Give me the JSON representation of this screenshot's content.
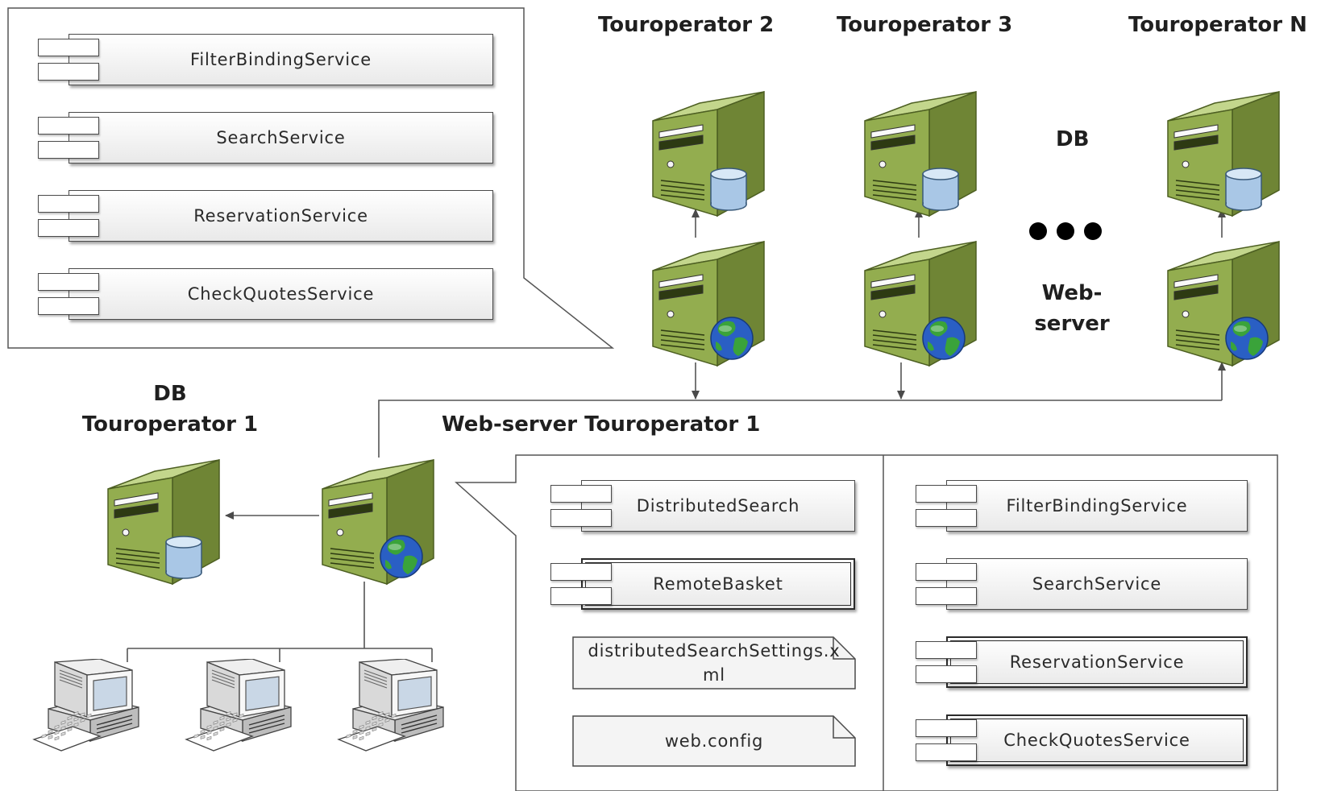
{
  "labels": {
    "touroperator_2": "Touroperator 2",
    "touroperator_3": "Touroperator 3",
    "touroperator_n": "Touroperator N",
    "db": "DB",
    "web_server": "Web-\nserver",
    "db_touroperator_1": "DB\nTouroperator 1",
    "web_server_touroperator_1": "Web-server Touroperator 1"
  },
  "top_callout": {
    "components": [
      "FilterBindingService",
      "SearchService",
      "ReservationService",
      "CheckQuotesService"
    ]
  },
  "bottom_callout": {
    "left_components": [
      "DistributedSearch",
      "RemoteBasket"
    ],
    "left_notes": [
      "distributedSearchSettings.xml",
      "web.config"
    ],
    "right_components": [
      "FilterBindingService",
      "SearchService",
      "ReservationService",
      "CheckQuotesService"
    ]
  },
  "colors": {
    "server_front": "#93ad4f",
    "server_side": "#6f8535",
    "server_top": "#c3d68c",
    "db_cylinder": "#a9c7e6",
    "globe_ocean": "#2a5fc4",
    "globe_land": "#3aa33a",
    "component_fill": "#efefef",
    "line": "#555555"
  },
  "icons": [
    "server-icon",
    "database-icon",
    "globe-icon",
    "workstation-icon",
    "component-icon",
    "document-icon"
  ]
}
